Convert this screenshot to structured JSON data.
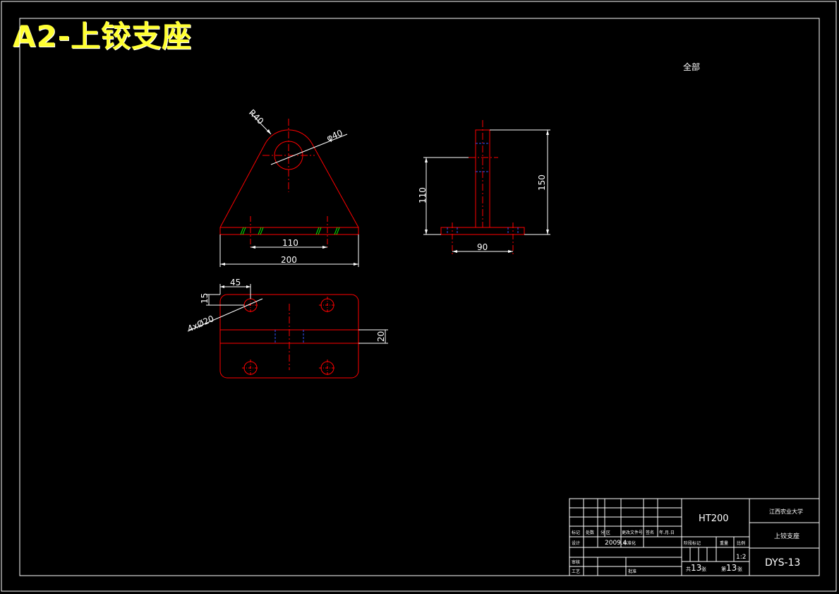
{
  "title": "A2-上铰支座",
  "note": "全部",
  "views": {
    "front": {
      "radius": "R40",
      "hole_dia": "φ40",
      "hole_spacing": "110",
      "width": "200"
    },
    "side": {
      "pin_height": "110",
      "height": "150",
      "base_width": "90"
    },
    "plan": {
      "hole_offset_x": "45",
      "hole_offset_y": "15",
      "holes": "4xØ20",
      "rib_width": "20"
    }
  },
  "title_block": {
    "material": "HT200",
    "school": "江西农业大学",
    "part_name": "上铰支座",
    "drawing_no": "DYS-13",
    "scale": "1:2",
    "date": "2009.4",
    "total_sheets": "13",
    "sheet_no": "13",
    "label_gong": "共",
    "label_zhang": "张",
    "label_di": "第",
    "row_labels": {
      "biaoji": "标记",
      "chushu": "处数",
      "fenqu": "分  区",
      "gengai": "更改文件号",
      "qianming": "签名",
      "nianyueri": "年.月.日",
      "sheji": "设计",
      "biaozhunhua": "标准化",
      "shenhe": "审核",
      "gongyi": "工艺",
      "pizhun": "批准",
      "jieduan": "阶段标记",
      "zhongliang": "重量",
      "bili": "比例"
    }
  }
}
